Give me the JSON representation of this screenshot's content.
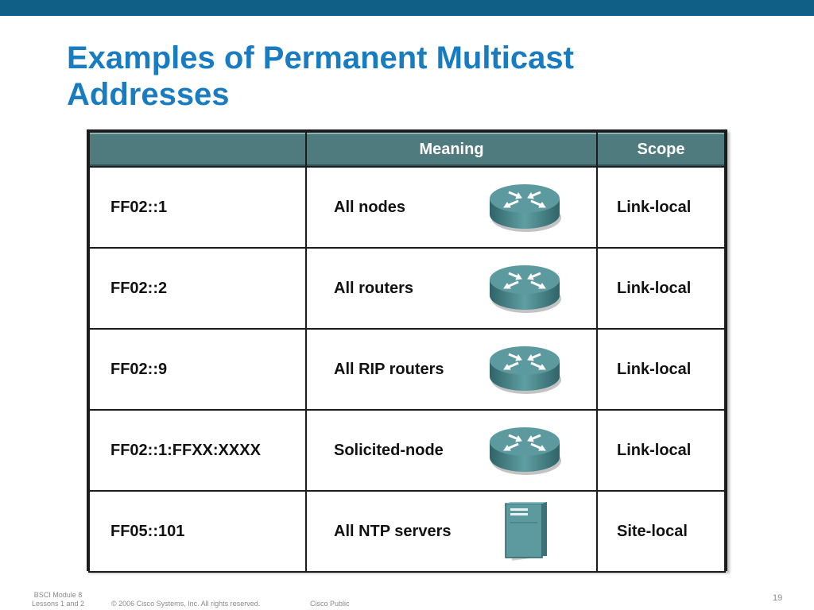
{
  "slide": {
    "title_line1": "Examples of Permanent Multicast",
    "title_line2": "Addresses"
  },
  "table": {
    "headers": [
      "",
      "Meaning",
      "Scope"
    ],
    "rows": [
      {
        "address": "FF02::1",
        "meaning": "All nodes",
        "scope": "Link-local",
        "icon": "router-icon"
      },
      {
        "address": "FF02::2",
        "meaning": "All routers",
        "scope": "Link-local",
        "icon": "router-icon"
      },
      {
        "address": "FF02::9",
        "meaning": "All RIP routers",
        "scope": "Link-local",
        "icon": "router-icon"
      },
      {
        "address": "FF02::1:FFXX:XXXX",
        "meaning": "Solicited-node",
        "scope": "Link-local",
        "icon": "router-icon"
      },
      {
        "address": "FF05::101",
        "meaning": "All NTP servers",
        "scope": "Site-local",
        "icon": "server-icon"
      }
    ]
  },
  "footer": {
    "module_line1": "BSCI Module 8",
    "module_line2": "Lessons 1 and 2",
    "copyright": "© 2006 Cisco Systems, Inc. All rights reserved.",
    "classification": "Cisco Public",
    "page_number": "19"
  },
  "colors": {
    "top_bar": "#0f5f86",
    "title": "#1a7cc0",
    "header_bg": "#4f7b7e",
    "device_teal": "#4e8e93"
  }
}
